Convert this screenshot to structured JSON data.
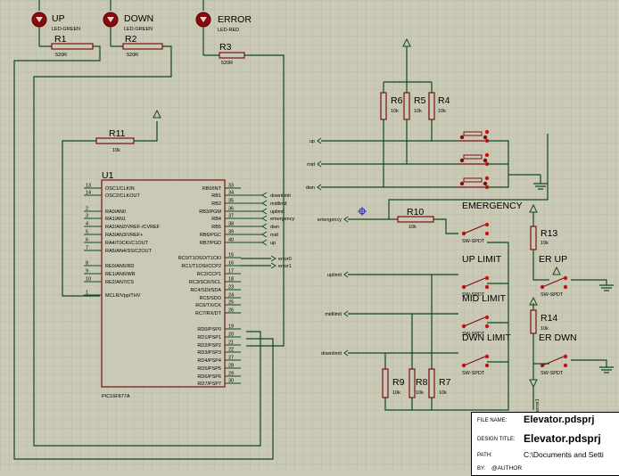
{
  "leds": [
    {
      "ref": "UP",
      "type": "LED-GREEN"
    },
    {
      "ref": "DOWN",
      "type": "LED-GREEN"
    },
    {
      "ref": "ERROR",
      "type": "LED-RED"
    }
  ],
  "resistors": [
    {
      "ref": "R1",
      "value": "520R"
    },
    {
      "ref": "R2",
      "value": "520R"
    },
    {
      "ref": "R3",
      "value": "520R"
    },
    {
      "ref": "R11",
      "value": "10k"
    },
    {
      "ref": "R6",
      "value": "10k"
    },
    {
      "ref": "R5",
      "value": "10k"
    },
    {
      "ref": "R4",
      "value": "10k"
    },
    {
      "ref": "R10",
      "value": "10k"
    },
    {
      "ref": "R13",
      "value": "10k"
    },
    {
      "ref": "R14",
      "value": "10k"
    },
    {
      "ref": "R9",
      "value": "10k"
    },
    {
      "ref": "R8",
      "value": "10k"
    },
    {
      "ref": "R7",
      "value": "10k"
    }
  ],
  "mcu": {
    "ref": "U1",
    "part": "PIC16F877A",
    "left_pins": [
      {
        "num": "13",
        "name": "OSC1/CLKIN"
      },
      {
        "num": "14",
        "name": "OSC2/CLKOUT"
      },
      {
        "num": "2",
        "name": "RA0/AN0"
      },
      {
        "num": "3",
        "name": "RA1/AN1"
      },
      {
        "num": "4",
        "name": "RA2/AN2/VREF-/CVREF"
      },
      {
        "num": "5",
        "name": "RA3/AN3/VREF+"
      },
      {
        "num": "6",
        "name": "RA4/T0CKI/C1OUT"
      },
      {
        "num": "7",
        "name": "RA5/AN4/SS/C2OUT"
      },
      {
        "num": "8",
        "name": "RE0/AN5/RD"
      },
      {
        "num": "9",
        "name": "RE1/AN6/WR"
      },
      {
        "num": "10",
        "name": "RE2/AN7/CS"
      },
      {
        "num": "1",
        "name": "MCLR/Vpp/THV"
      }
    ],
    "right_pins": [
      {
        "num": "33",
        "name": "RB0/INT"
      },
      {
        "num": "34",
        "name": "RB1"
      },
      {
        "num": "35",
        "name": "RB2"
      },
      {
        "num": "36",
        "name": "RB3/PGM"
      },
      {
        "num": "37",
        "name": "RB4"
      },
      {
        "num": "38",
        "name": "RB5"
      },
      {
        "num": "39",
        "name": "RB6/PGC"
      },
      {
        "num": "40",
        "name": "RB7/PGD"
      },
      {
        "num": "15",
        "name": "RC0/T1OSO/T1CKI"
      },
      {
        "num": "16",
        "name": "RC1/T1OSI/CCP2"
      },
      {
        "num": "17",
        "name": "RC2/CCP1"
      },
      {
        "num": "18",
        "name": "RC3/SCK/SCL"
      },
      {
        "num": "23",
        "name": "RC4/SDI/SDA"
      },
      {
        "num": "24",
        "name": "RC5/SDO"
      },
      {
        "num": "25",
        "name": "RC6/TX/CK"
      },
      {
        "num": "26",
        "name": "RC7/RX/DT"
      },
      {
        "num": "19",
        "name": "RD0/PSP0"
      },
      {
        "num": "20",
        "name": "RD1/PSP1"
      },
      {
        "num": "21",
        "name": "RD2/PSP2"
      },
      {
        "num": "22",
        "name": "RD3/PSP3"
      },
      {
        "num": "27",
        "name": "RD4/PSP4"
      },
      {
        "num": "28",
        "name": "RD5/PSP5"
      },
      {
        "num": "29",
        "name": "RD6/PSP6"
      },
      {
        "num": "30",
        "name": "RD7/PSP7"
      }
    ]
  },
  "mcu_net_labels": [
    "downlimit",
    "midlimit",
    "uplimit",
    "emergency",
    "dwn",
    "mid",
    "up"
  ],
  "error_labels": [
    "error0",
    "error1"
  ],
  "right_net_labels": [
    "up",
    "mid",
    "dwn",
    "emergency",
    "uplimit",
    "midlimit",
    "downlimit"
  ],
  "switches": [
    {
      "title": "EMERGENCY",
      "type": "SW-SPDT"
    },
    {
      "title": "UP LIMIT",
      "type": "SW-SPDT"
    },
    {
      "title": "MID LIMIT",
      "type": "SW-SPDT"
    },
    {
      "title": "DWN LIMIT",
      "type": "SW-SPDT"
    },
    {
      "title": "ER UP",
      "type": "SW-SPDT"
    },
    {
      "title": "ER DWN",
      "type": "SW-SPDT"
    }
  ],
  "vertical_label": "error1",
  "title_block": {
    "file_name_label": "FILE NAME:",
    "file_name": "Elevator.pdsprj",
    "design_title_label": "DESIGN TITLE:",
    "design_title": "Elevator.pdsprj",
    "path_label": "PATH:",
    "path": "C:\\Documents and Setti",
    "by_label": "BY:",
    "by": "@AUTHOR"
  }
}
